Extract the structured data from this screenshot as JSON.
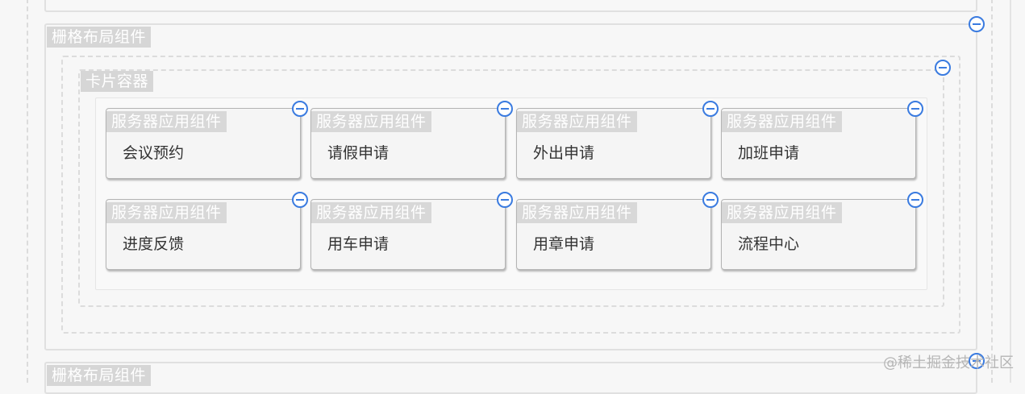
{
  "layout_tags": {
    "grid_layout": "栅格布局组件",
    "card_container": "卡片容器",
    "grid_layout_bottom": "栅格布局组件"
  },
  "card_tag": "服务器应用组件",
  "cards": [
    {
      "label": "会议预约"
    },
    {
      "label": "请假申请"
    },
    {
      "label": "外出申请"
    },
    {
      "label": "加班申请"
    },
    {
      "label": "进度反馈"
    },
    {
      "label": "用车申请"
    },
    {
      "label": "用章申请"
    },
    {
      "label": "流程中心"
    }
  ],
  "watermark": "@稀土掘金技术社区",
  "colors": {
    "accent": "#3a7be0",
    "tag_bg": "#d6d6d6",
    "border": "#e0e0e0"
  }
}
